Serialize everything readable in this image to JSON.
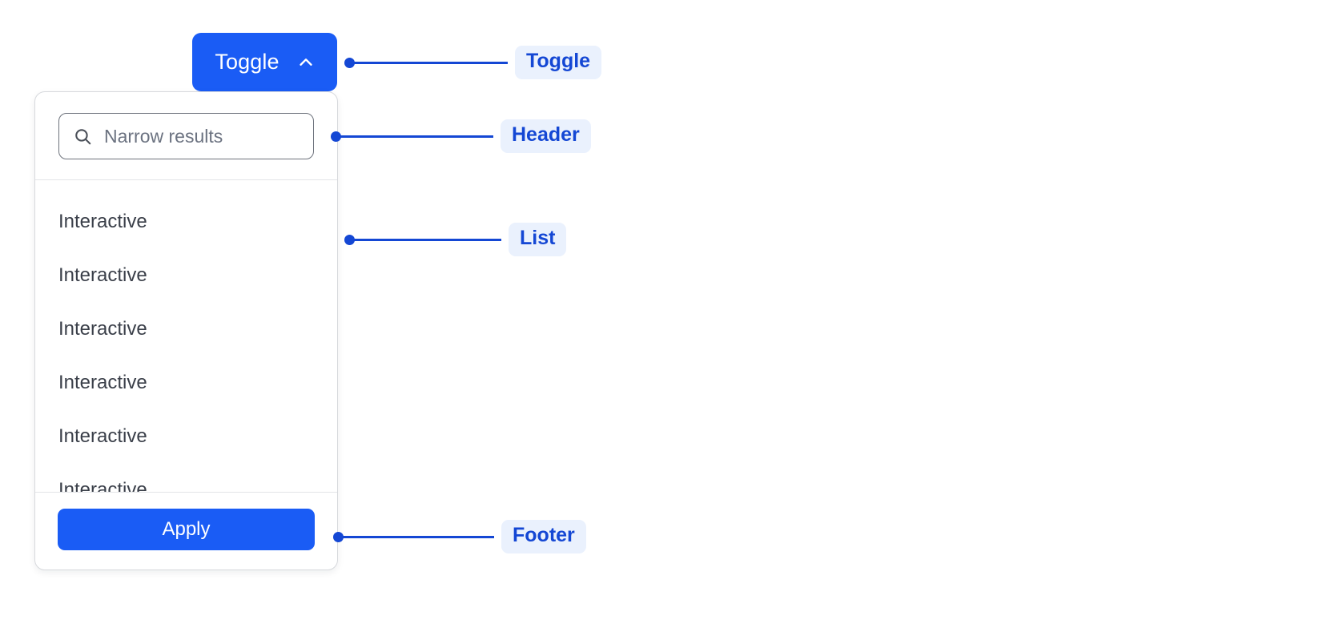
{
  "toggle": {
    "label": "Toggle",
    "icon": "chevron-up-icon",
    "expanded": true,
    "background_color": "#1a5cf5",
    "text_color": "#ffffff"
  },
  "dropdown": {
    "header": {
      "search": {
        "icon": "search-icon",
        "placeholder": "Narrow results",
        "value": ""
      }
    },
    "list": {
      "items": [
        {
          "label": "Interactive"
        },
        {
          "label": "Interactive"
        },
        {
          "label": "Interactive"
        },
        {
          "label": "Interactive"
        },
        {
          "label": "Interactive"
        },
        {
          "label": "Interactive"
        }
      ]
    },
    "footer": {
      "apply_label": "Apply",
      "apply_background_color": "#1a5cf5",
      "apply_text_color": "#ffffff"
    },
    "border_color": "#d7d9dd",
    "background_color": "#ffffff"
  },
  "annotations": {
    "accent_color": "#1447d4",
    "badge_background_color": "#eaf1fd",
    "items": [
      {
        "label": "Toggle",
        "target": "toggle-button"
      },
      {
        "label": "Header",
        "target": "panel-header"
      },
      {
        "label": "List",
        "target": "panel-list"
      },
      {
        "label": "Footer",
        "target": "panel-footer"
      }
    ]
  }
}
